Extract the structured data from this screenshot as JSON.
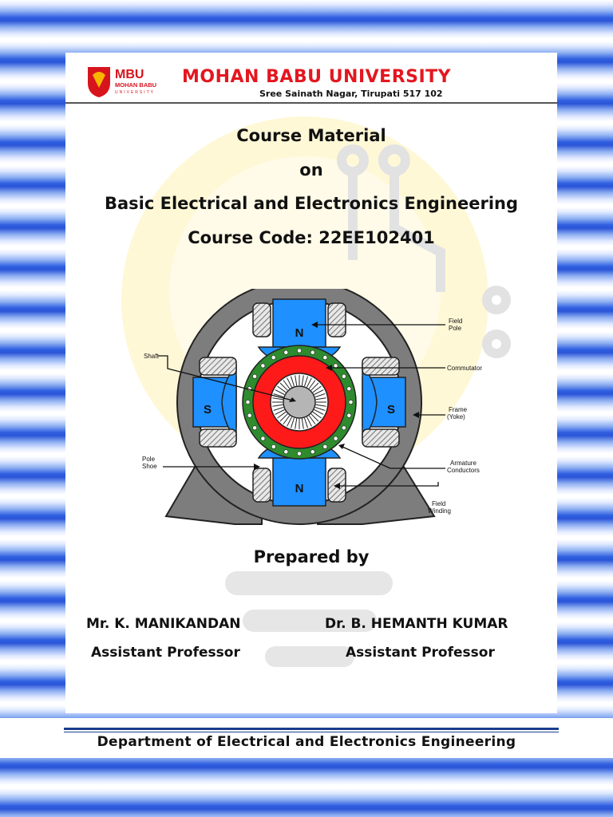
{
  "header": {
    "logo_text": "MBU",
    "logo_subtext": "MOHAN BABU",
    "logo_subtext2": "UNIVERSITY",
    "university_name": "MOHAN BABU UNIVERSITY",
    "address": "Sree Sainath Nagar, Tirupati 517 102"
  },
  "title": {
    "line1": "Course Material",
    "line2": "on",
    "line3": "Basic Electrical and Electronics Engineering",
    "line4": "Course Code: 22EE102401"
  },
  "diagram": {
    "labels": {
      "field_pole": [
        "Field",
        "Pole"
      ],
      "commutator": "Commutator",
      "frame": [
        "Frame",
        "(Yoke)"
      ],
      "armature": [
        "Armature",
        "Conductors"
      ],
      "field_winding": [
        "Field",
        "Winding"
      ],
      "shaft": "Shaft",
      "pole_shoe": [
        "Pole",
        "Shoe"
      ],
      "north": "N",
      "south": "S"
    },
    "colors": {
      "frame": "#7d7d7d",
      "pole": "#1e90ff",
      "armature_ring": "#2e8b2e",
      "core": "#ff1a1a"
    }
  },
  "prepared_by": "Prepared by",
  "authors": [
    {
      "name": "Mr. K. MANIKANDAN",
      "designation": "Assistant Professor"
    },
    {
      "name": "Dr. B. HEMANTH KUMAR",
      "designation": "Assistant Professor"
    }
  ],
  "footer": {
    "department": "Department of Electrical and Electronics Engineering"
  }
}
